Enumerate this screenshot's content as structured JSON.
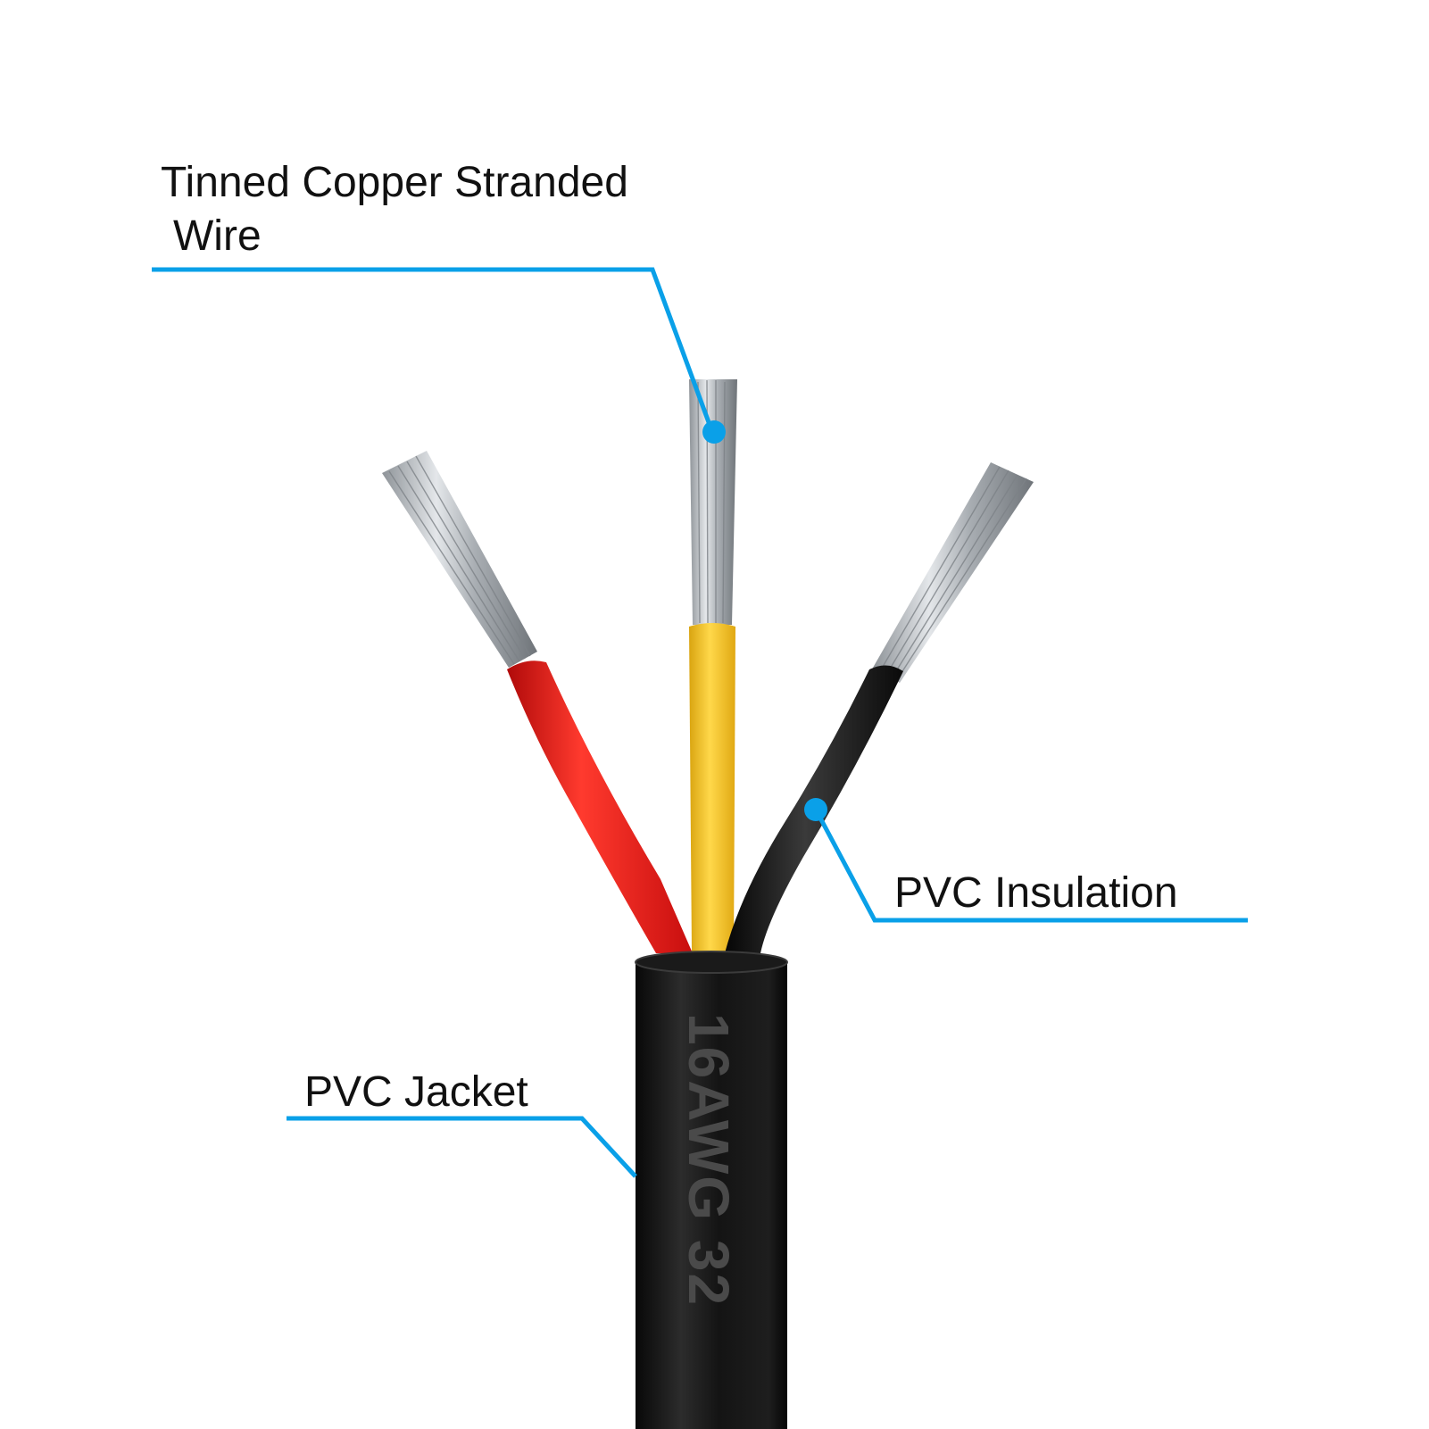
{
  "callouts": {
    "strands": {
      "line1": "Tinned Copper Stranded",
      "line2": "Wire"
    },
    "insulation": {
      "label": "PVC Insulation"
    },
    "jacket": {
      "label": "PVC Jacket"
    }
  },
  "cable": {
    "jacket_print": "16AWG  32"
  },
  "colors": {
    "callout_line": "#0aa0e8",
    "conductor_left": "#e81414",
    "conductor_center": "#f2c21a",
    "conductor_right": "#111111",
    "jacket": "#111111",
    "strands": "#b8bcc0"
  }
}
